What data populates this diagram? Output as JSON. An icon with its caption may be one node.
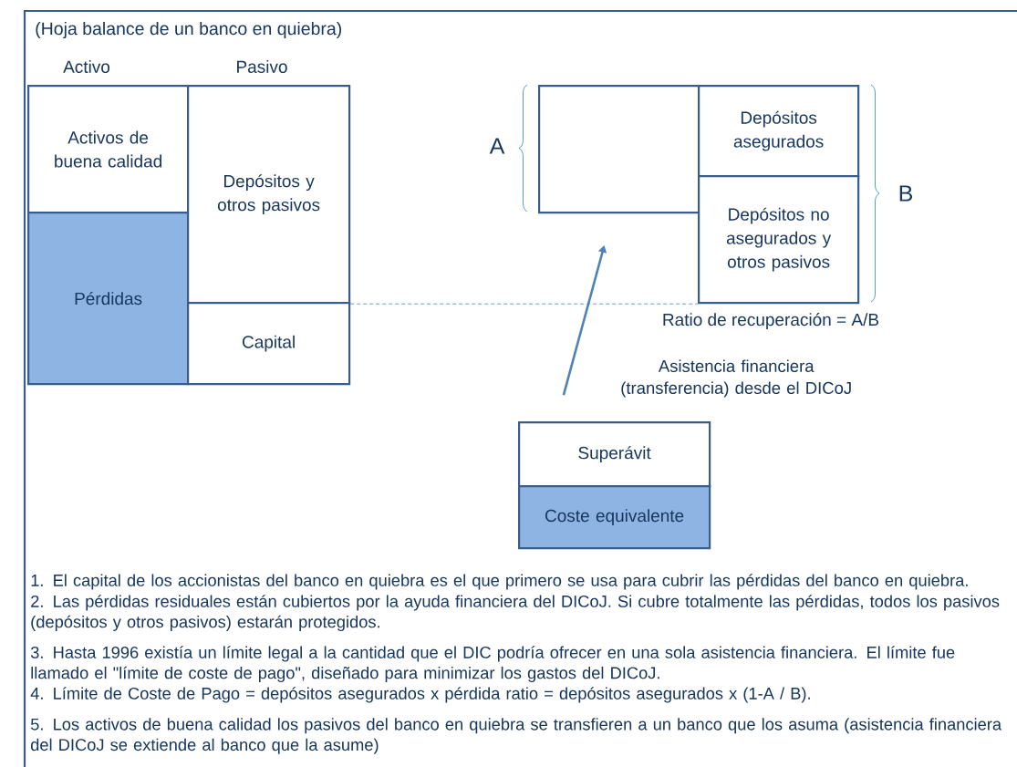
{
  "diagram": {
    "title": "(Hoja balance de un banco en quiebra)",
    "nodes": [
      {
        "text": [
          "Activos de buena calidad"
        ]
      },
      {
        "text": [
          "Pérdidas"
        ]
      },
      {
        "text": [
          "Depósitos y otros pasivos"
        ]
      },
      {
        "text": [
          "Capital"
        ]
      },
      {
        "text": [],
        "shape": "box"
      },
      {
        "text": [
          "Depósitos asegurados"
        ]
      },
      {
        "text": [
          "Depósitos no asegurados y otros pasivos"
        ]
      },
      {
        "text": [
          "Superávit"
        ]
      },
      {
        "text": [
          "Coste equivalente"
        ]
      }
    ],
    "edges": [
      {
        "from": 7,
        "to": 4,
        "arrow": "to",
        "label": "Asistencia financiera (transferencia) desde el DICoJ",
        "style": "thick",
        "color": "#4f81bd"
      },
      {
        "from": 2,
        "to": 6,
        "arrow": "none",
        "style": "dashed",
        "color": "#4f81bd"
      }
    ],
    "labels": [
      "Activo",
      "Pasivo",
      "A",
      "B",
      "Ratio de recuperación = A/B",
      "1. El capital de los accionistas del banco en quiebra es el que primero se usa para cubrir las pérdidas del banco en quiebra.",
      "2. Las pérdidas residuales están cubiertos por la ayuda financiera del DICoJ. Si cubre totalmente las pérdidas, todos los pasivos (depósitos y otros pasivos) estarán protegidos.",
      "3. Hasta 1996 existía un límite legal a la cantidad que el DIC podría ofrecer en una sola asistencia financiera. El límite fue llamado el \"límite de coste de pago\", diseñado para minimizar los gastos del DICoJ.",
      "4. Límite de Coste de Pago = depósitos asegurados x pérdida ratio = depósitos asegurados x (1-A / B).",
      "5. Los activos de buena calidad los pasivos del banco en quiebra se transfieren a un banco que los asuma (asistencia financiera del DICoJ se extiende al banco que la asume)"
    ]
  }
}
